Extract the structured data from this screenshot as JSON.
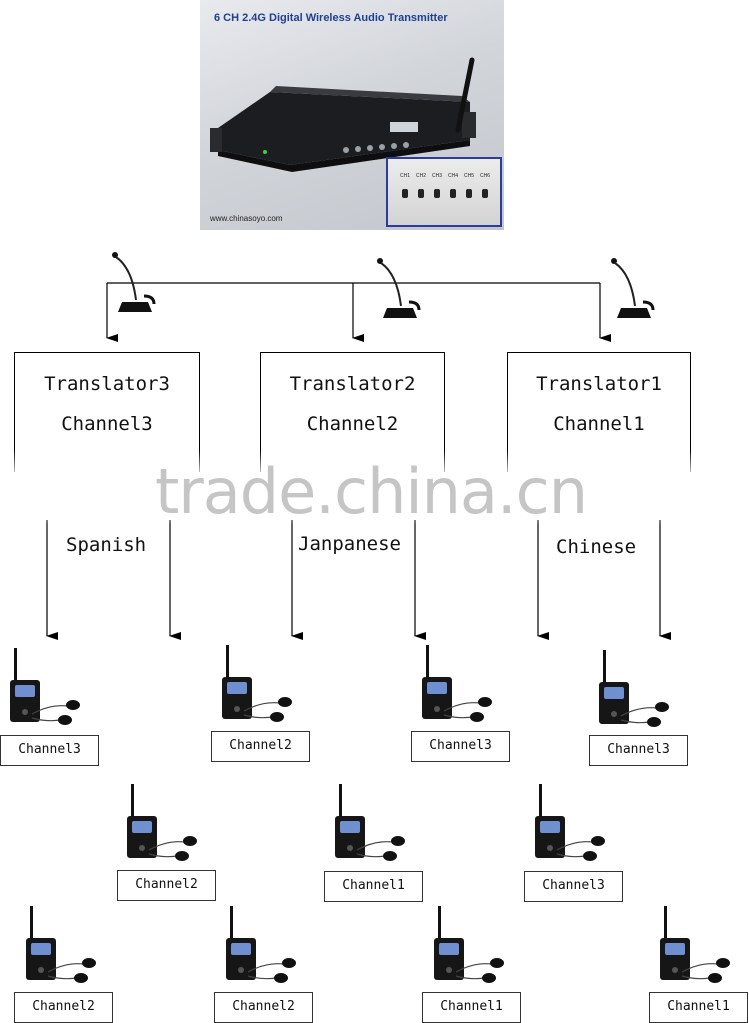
{
  "photo": {
    "title": "6 CH 2.4G Digital Wireless Audio Transmitter",
    "url": "www.chinasoyo.com",
    "channel_labels": [
      "CH1",
      "CH2",
      "CH3",
      "CH4",
      "CH5",
      "CH6"
    ]
  },
  "translators": [
    {
      "name": "Translator3",
      "channel": "Channel3",
      "language": "Spanish"
    },
    {
      "name": "Translator2",
      "channel": "Channel2",
      "language": "Janpanese"
    },
    {
      "name": "Translator1",
      "channel": "Channel1",
      "language": "Chinese"
    }
  ],
  "watermark": "trade.china.cn",
  "receivers": [
    {
      "channel": "Channel3"
    },
    {
      "channel": "Channel2"
    },
    {
      "channel": "Channel3"
    },
    {
      "channel": "Channel3"
    },
    {
      "channel": "Channel2"
    },
    {
      "channel": "Channel1"
    },
    {
      "channel": "Channel3"
    },
    {
      "channel": "Channel2"
    },
    {
      "channel": "Channel2"
    },
    {
      "channel": "Channel1"
    },
    {
      "channel": "Channel1"
    }
  ],
  "colors": {
    "accent": "#2a3d9c",
    "title": "#1f3f8f",
    "receiver_screen": "#6f8fd0"
  }
}
